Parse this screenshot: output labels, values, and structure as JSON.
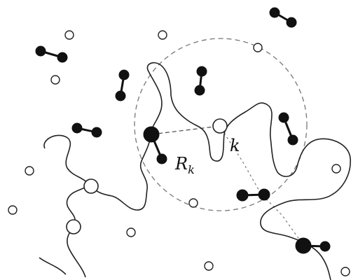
{
  "labels": {
    "site": "k",
    "radius": "R",
    "radius_sub": "k"
  },
  "colors": {
    "ink": "#111111",
    "background": "#ffffff"
  }
}
